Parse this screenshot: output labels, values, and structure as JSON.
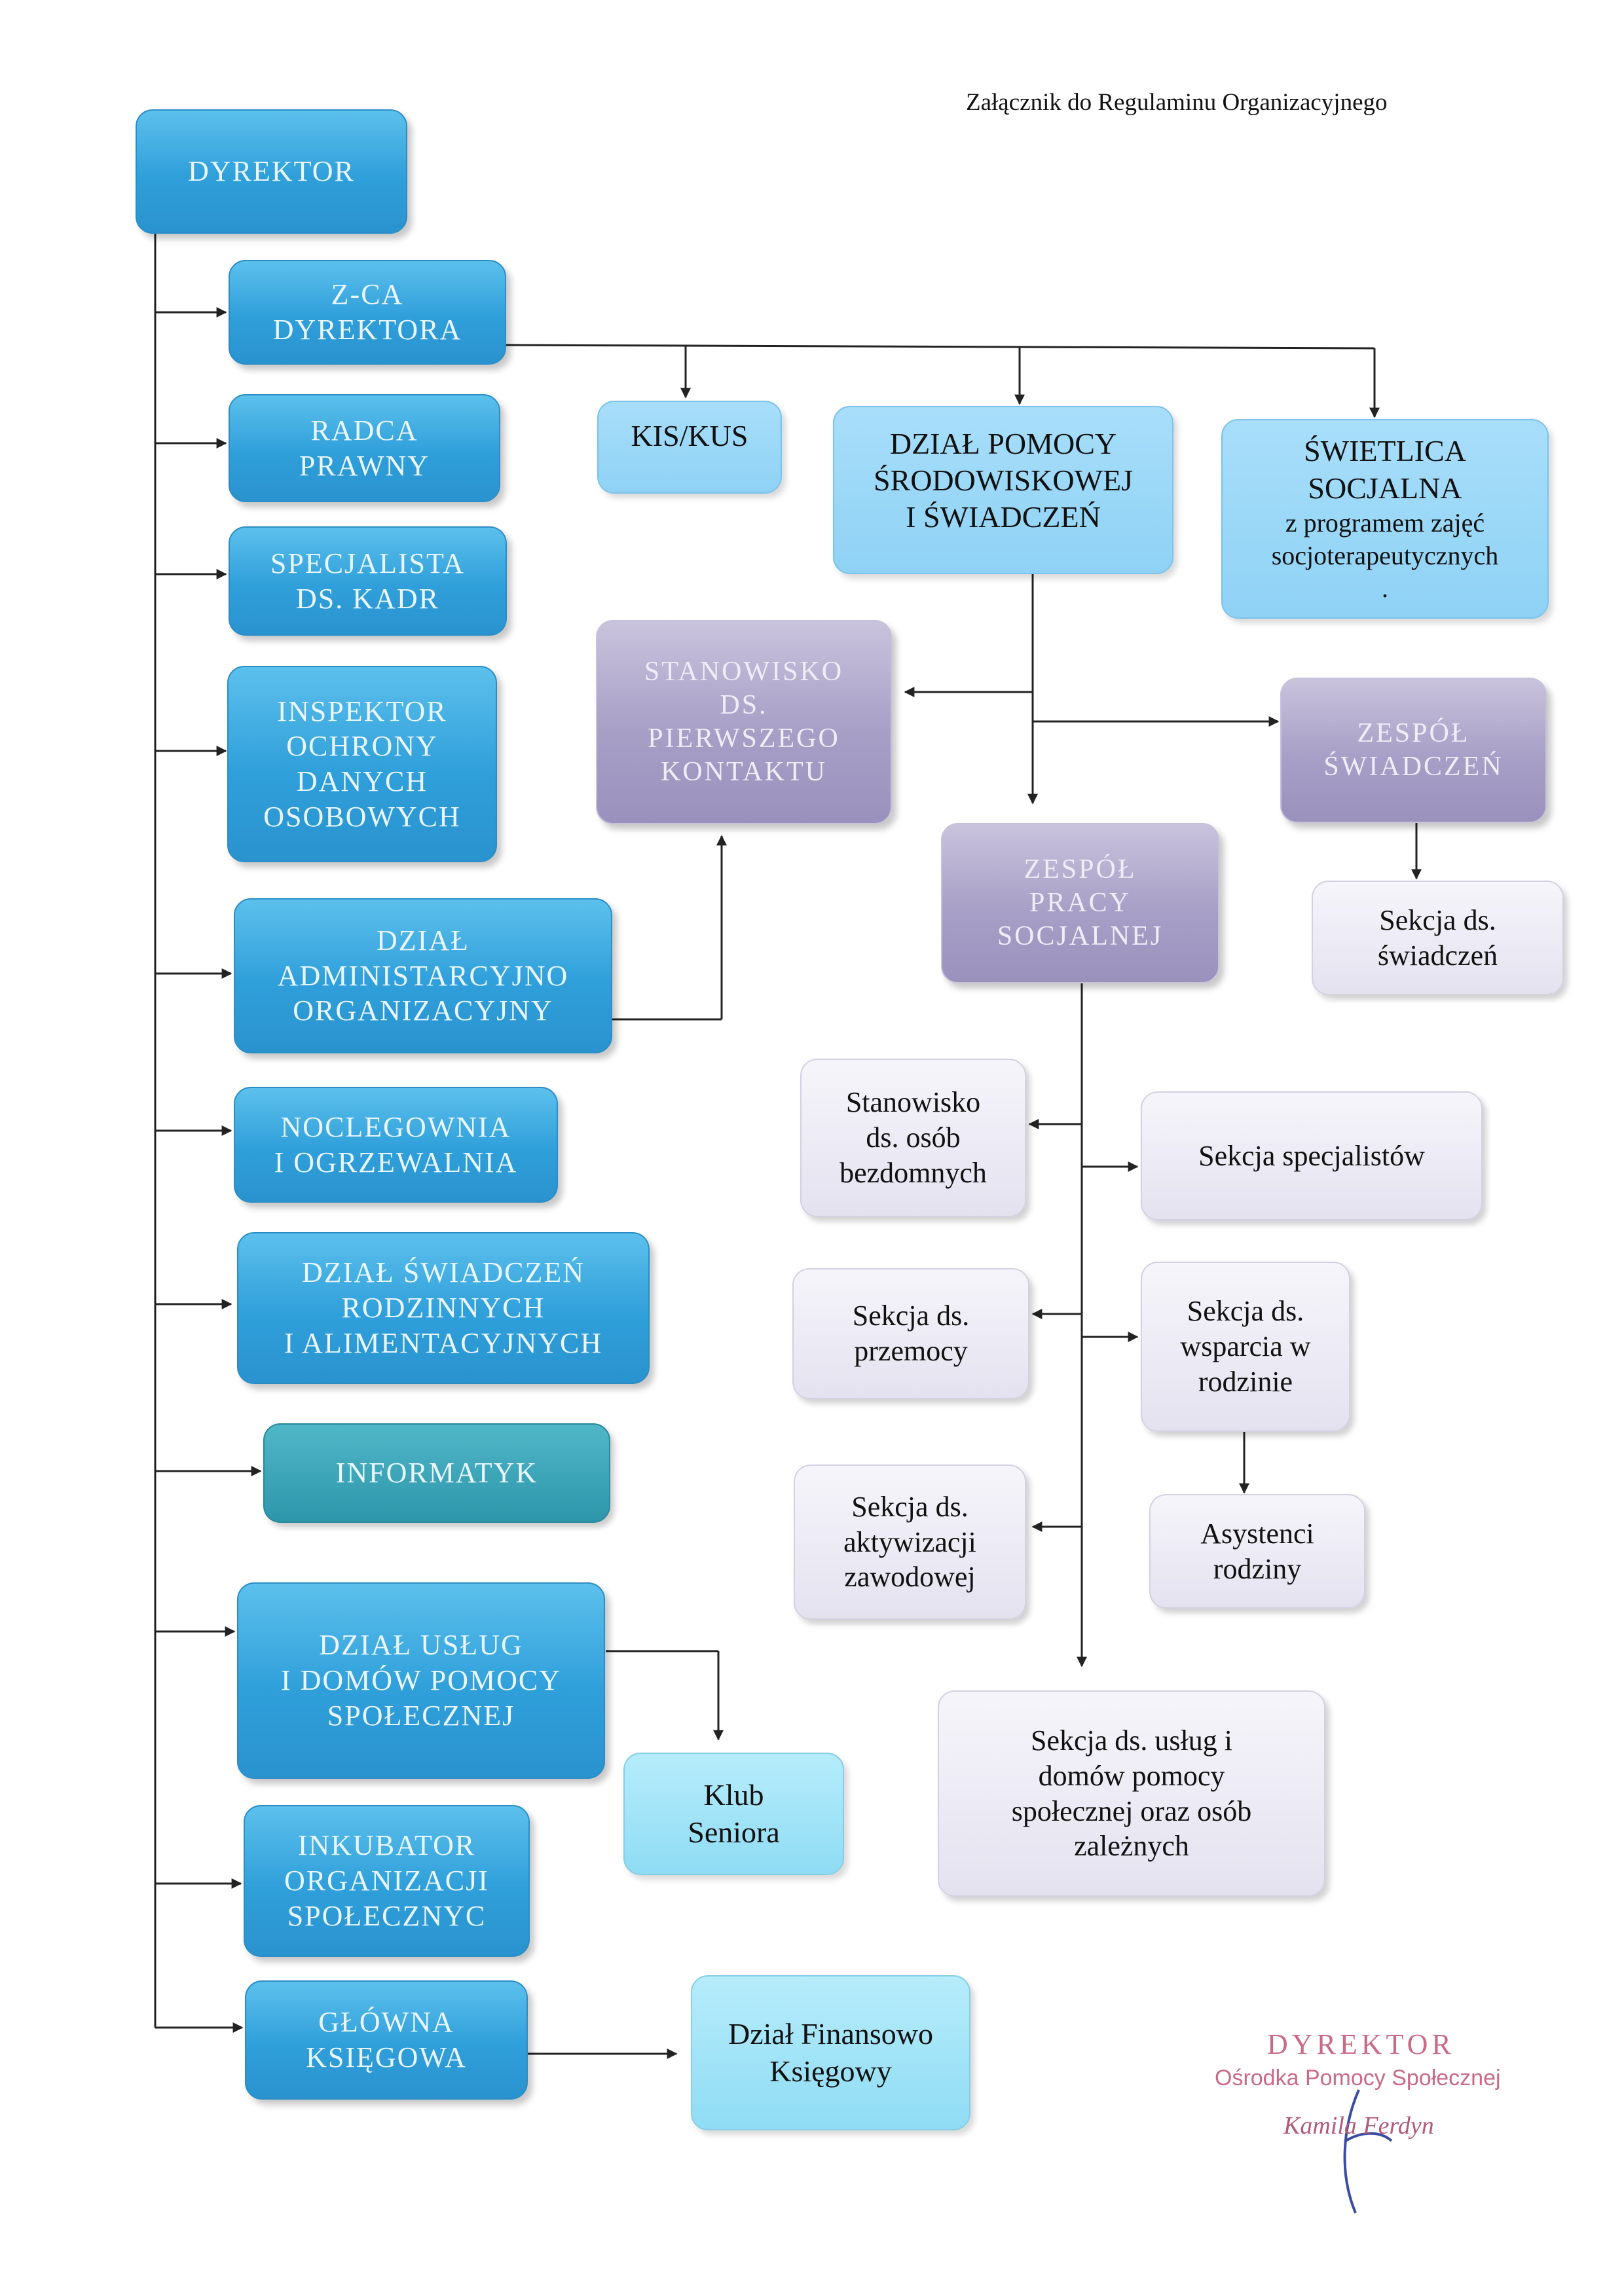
{
  "header": "Załącznik do Regulaminu Organizacyjnego",
  "nodes": {
    "dyrektor": "DYREKTOR",
    "zca": "Z-CA\nDYREKTORA",
    "radca": "RADCA\nPRAWNY",
    "kadr": "SPECJALISTA\nDS. KADR",
    "iodo": "INSPEKTOR\nOCHRONY\nDANYCH\nOSOBOWYCH",
    "admin": "DZIAŁ\nADMINISTARCYJNO\nORGANIZACYJNY",
    "noclegownia": "NOCLEGOWNIA\nI OGRZEWALNIA",
    "swiadczen_rodz": "DZIAŁ ŚWIADCZEŃ\nRODZINNYCH\nI ALIMENTACYJNYCH",
    "informatyk": "INFORMATYK",
    "uslug": "DZIAŁ USŁUG\nI DOMÓW POMOCY\nSPOŁECZNEJ",
    "inkubator": "INKUBATOR\nORGANIZACJI\nSPOŁECZNYC",
    "ksiegowa": "GŁÓWNA\nKSIĘGOWA",
    "kis": "KIS/KUS",
    "dps": "DZIAŁ POMOCY\nŚRODOWISKOWEJ\nI ŚWIADCZEŃ",
    "swietlica_title": "ŚWIETLICA\nSOCJALNA",
    "swietlica_sub": "z programem zajęć\nsocjoterapeutycznych\n.",
    "pierwszy_kontakt": "STANOWISKO\nDS.\nPIERWSZEGO\nKONTAKTU",
    "zespol_swiadczen": "ZESPÓŁ\nŚWIADCZEŃ",
    "sekcja_swiadczen": "Sekcja ds.\nświadczeń",
    "zespol_pracy": "ZESPÓŁ\nPRACY\nSOCJALNEJ",
    "bezdomni": "Stanowisko\nds.  osób\nbezdomnych",
    "specjalisci": "Sekcja specjalistów",
    "przemoc": "Sekcja ds.\nprzemocy",
    "wsparcie": "Sekcja ds.\nwsparcia w\nrodzinie",
    "aktywizacja": "Sekcja ds.\naktywizacji\nzawodowej",
    "asystenci": "Asystenci\nrodziny",
    "uslugi_sekcja": "Sekcja ds. usług i\ndomów pomocy\nspołecznej oraz osób\nzależnych",
    "klub": "Klub\nSeniora",
    "finanse": "Dział Finansowo\nKsięgowy"
  },
  "stamp": {
    "title": "DYREKTOR",
    "org": "Ośrodka Pomocy Społecznej",
    "name": "Kamila Ferdyn"
  },
  "colors": {
    "primary_blue": "#3aa7dd",
    "light_blue": "#9bd8f8",
    "purple": "#a9a1c8",
    "lavender": "#ebe9f3",
    "teal": "#3da7b9",
    "stamp": "#c86b86",
    "lines": "#222222"
  }
}
